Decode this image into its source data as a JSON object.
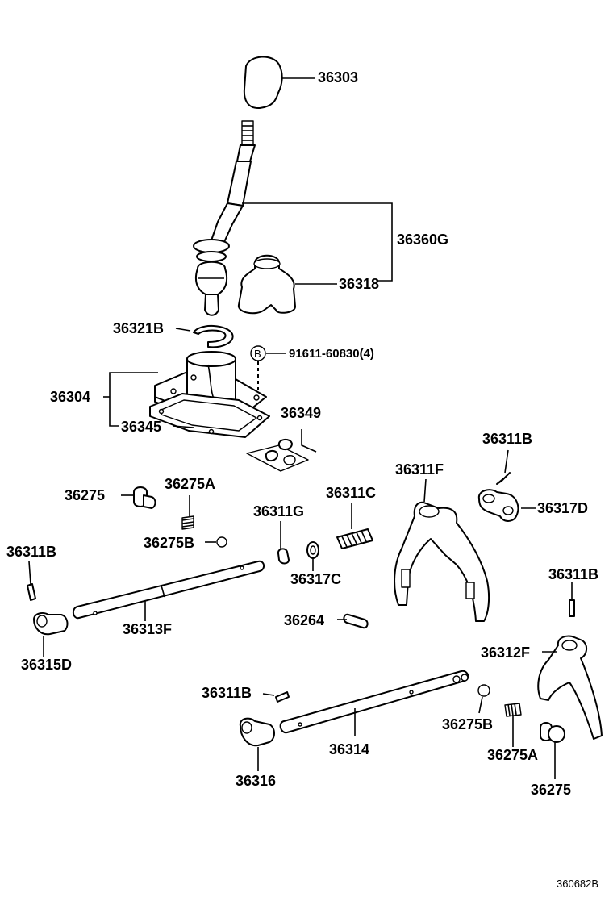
{
  "labels": {
    "p36303": "36303",
    "p36360G": "36360G",
    "p36318": "36318",
    "p36321B": "36321B",
    "bolt_callout": "B",
    "bolt_part": "91611-60830(4)",
    "p36304": "36304",
    "p36345": "36345",
    "p36349": "36349",
    "p36311B_top": "36311B",
    "p36311F": "36311F",
    "p36275_left": "36275",
    "p36275A_left": "36275A",
    "p36311C": "36311C",
    "p36311G": "36311G",
    "p36317D": "36317D",
    "p36275B_left": "36275B",
    "p36311B_left": "36311B",
    "p36317C": "36317C",
    "p36311B_right": "36311B",
    "p36313F": "36313F",
    "p36264": "36264",
    "p36315D": "36315D",
    "p36312F": "36312F",
    "p36311B_mid": "36311B",
    "p36275B_right": "36275B",
    "p36314": "36314",
    "p36275A_right": "36275A",
    "p36316": "36316",
    "p36275_right": "36275",
    "drawing_code": "360682B"
  }
}
